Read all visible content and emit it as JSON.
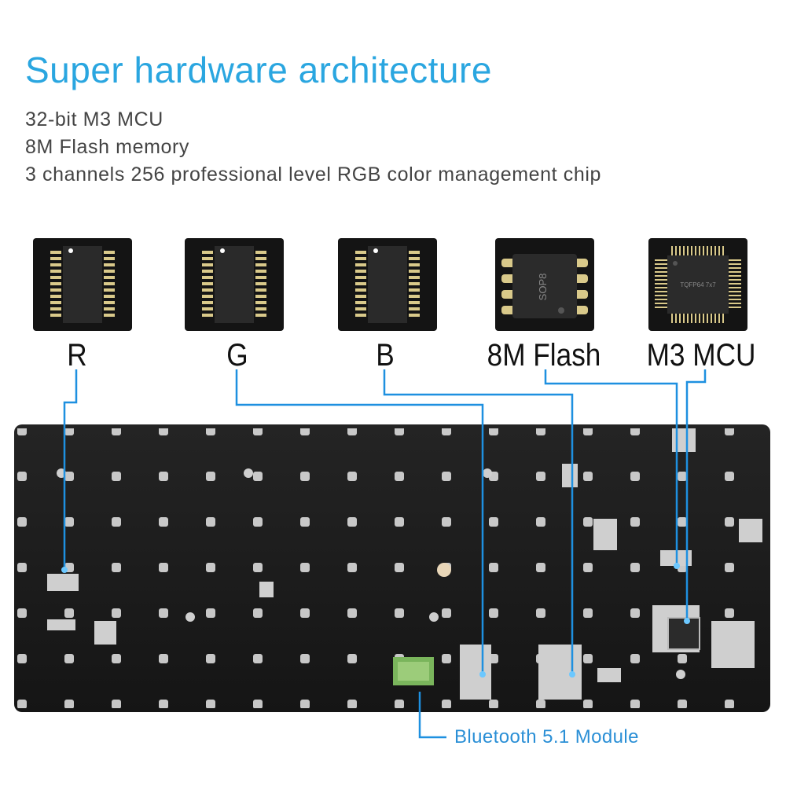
{
  "title": "Super hardware architecture",
  "specs": [
    "32-bit M3 MCU",
    "8M Flash memory",
    "3 channels 256 professional level RGB color management chip"
  ],
  "chips": [
    {
      "label": "R",
      "package": "TSSOP"
    },
    {
      "label": "G",
      "package": "TSSOP"
    },
    {
      "label": "B",
      "package": "TSSOP"
    },
    {
      "label": "8M Flash",
      "package": "SOP8",
      "marking": "SOP8"
    },
    {
      "label": "M3 MCU",
      "package": "TQFP64",
      "marking": "TQFP64 7x7"
    }
  ],
  "module": {
    "label": "Bluetooth 5.1 Module"
  },
  "colors": {
    "accent": "#2aa6e0",
    "line": "#1e90e0",
    "pcb": "#1a1a1a"
  }
}
